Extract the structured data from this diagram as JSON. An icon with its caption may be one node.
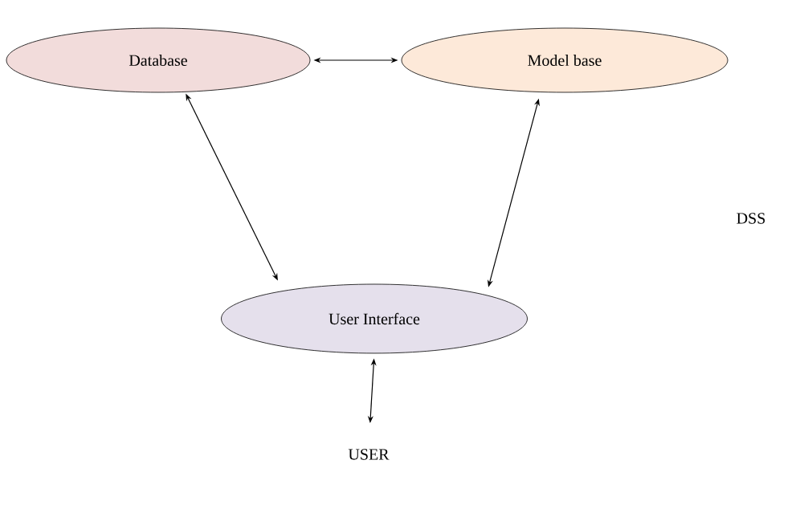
{
  "diagram": {
    "nodes": [
      {
        "text": [
          "Database"
        ]
      },
      {
        "text": [
          "Model base"
        ]
      },
      {
        "text": [
          "User Interface"
        ]
      },
      {
        "text": [
          "USER"
        ]
      }
    ],
    "edges": [
      {
        "from": 0,
        "to": 1,
        "arrow": "both"
      },
      {
        "from": 0,
        "to": 2,
        "arrow": "both"
      },
      {
        "from": 1,
        "to": 2,
        "arrow": "both"
      },
      {
        "from": 2,
        "to": 3,
        "arrow": "both"
      }
    ],
    "labels": [
      "DSS"
    ]
  }
}
